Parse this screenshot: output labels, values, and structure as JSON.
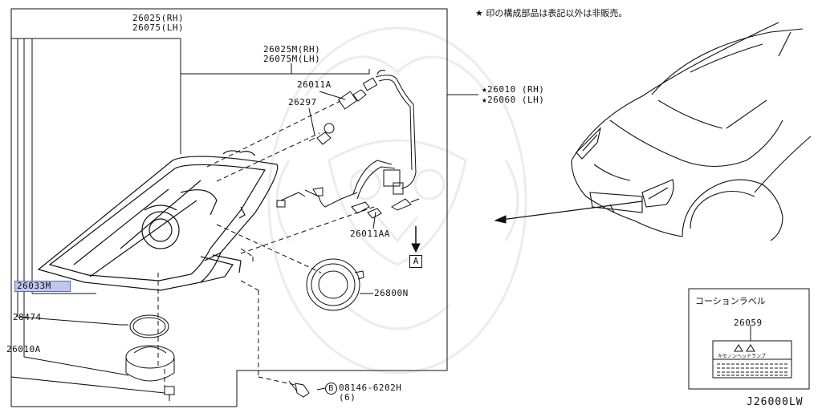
{
  "note": "★ 印の構成部品は表記以外は非販売。",
  "diagram_id": "J26000LW",
  "parts": {
    "assy_rh": "26025(RH)",
    "assy_lh": "26075(LH)",
    "housing_rh": "26025M(RH)",
    "housing_lh": "26075M(LH)",
    "harness_rh": "★26010 (RH)",
    "harness_lh": "★26060 (LH)",
    "socket_a": "26011A",
    "bulb": "26297",
    "socket_aa": "26011AA",
    "ring_n": "26800N",
    "lens_m": "26033M",
    "seal": "28474",
    "ballast_a": "26010A",
    "bolt_code": "08146-6202H",
    "bolt_qty": "(6)",
    "bolt_symbol": "B",
    "ref_a": "A"
  },
  "caution": {
    "title": "コーションラベル",
    "part": "26059",
    "label_text": "キセノンヘッドランプ"
  }
}
